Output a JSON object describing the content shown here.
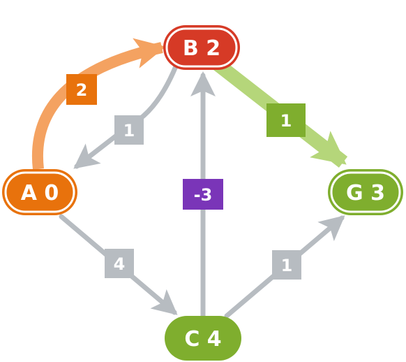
{
  "colors": {
    "red": "#d63a26",
    "orange": "#e8720c",
    "orange_light": "#f4a261",
    "green": "#7fae2e",
    "green_light": "#b5d67a",
    "gray": "#b7bcc1",
    "purple": "#7a35b8",
    "white": "#ffffff"
  },
  "nodes": [
    {
      "id": "A",
      "label": "A 0",
      "color": "orange"
    },
    {
      "id": "B",
      "label": "B 2",
      "color": "red"
    },
    {
      "id": "C",
      "label": "C 4",
      "color": "green"
    },
    {
      "id": "G",
      "label": "G 3",
      "color": "green"
    }
  ],
  "edges": [
    {
      "from": "A",
      "to": "B",
      "weight": "2",
      "style": "highlight-orange"
    },
    {
      "from": "B",
      "to": "A",
      "weight": "1",
      "style": "gray"
    },
    {
      "from": "B",
      "to": "G",
      "weight": "1",
      "style": "highlight-green"
    },
    {
      "from": "A",
      "to": "C",
      "weight": "4",
      "style": "gray"
    },
    {
      "from": "C",
      "to": "B",
      "weight": "-3",
      "style": "gray-purple-label"
    },
    {
      "from": "C",
      "to": "G",
      "weight": "1",
      "style": "gray"
    }
  ]
}
